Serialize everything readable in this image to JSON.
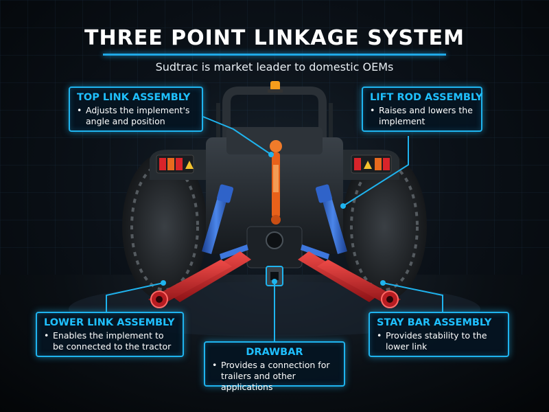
{
  "title": "THREE POINT LINKAGE SYSTEM",
  "subtitle": "Sudtrac is market leader to domestic OEMs",
  "colors": {
    "accent": "#1fb4ef",
    "red_parts": "#d0232a",
    "blue_parts": "#2f63c9",
    "orange_parts": "#e8611a"
  },
  "callouts": {
    "top_link": {
      "heading": "TOP LINK ASSEMBLY",
      "text": "Adjusts the implement's angle and position"
    },
    "lift_rod": {
      "heading": "LIFT ROD ASSEMBLY",
      "text": "Raises and lowers the implement"
    },
    "lower_link": {
      "heading": "LOWER LINK ASSEMBLY",
      "text": "Enables the implement to be connected to the tractor"
    },
    "drawbar": {
      "heading": "DRAWBAR",
      "text": "Provides a connection for trailers and other applications"
    },
    "stay_bar": {
      "heading": "STAY BAR ASSEMBLY",
      "text": "Provides stability to the lower link"
    }
  }
}
